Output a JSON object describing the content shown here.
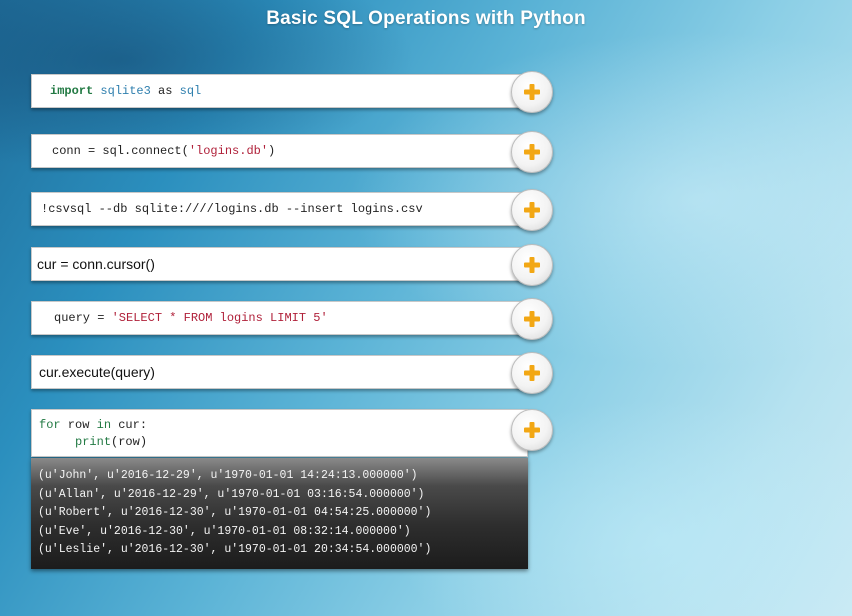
{
  "title": "Basic SQL Operations with Python",
  "colors": {
    "keyword": "#237a44",
    "module": "#2f7fae",
    "string": "#b0213a",
    "plus_icon": "#f2a714"
  },
  "cells": [
    {
      "parts": {
        "kw": "import",
        "mod1": "sqlite3",
        "as": "as",
        "mod2": "sql"
      }
    },
    {
      "pre": "conn = sql.connect(",
      "str": "'logins.db'",
      "post": ")"
    },
    {
      "code": "!csvsql --db sqlite:////logins.db --insert logins.csv"
    },
    {
      "code": "cur = conn.cursor()"
    },
    {
      "pre": "query = ",
      "str": "'SELECT * FROM logins LIMIT 5'"
    },
    {
      "code": "cur.execute(query)"
    },
    {
      "line1_kw1": "for",
      "line1_mid": " row ",
      "line1_kw2": "in",
      "line1_end": " cur:",
      "line2_fn": "print",
      "line2_rest": "(row)"
    }
  ],
  "output": [
    "(u'John', u'2016-12-29', u'1970-01-01 14:24:13.000000')",
    "(u'Allan', u'2016-12-29', u'1970-01-01 03:16:54.000000')",
    "(u'Robert', u'2016-12-30', u'1970-01-01 04:54:25.000000')",
    "(u'Eve', u'2016-12-30', u'1970-01-01 08:32:14.000000')",
    "(u'Leslie', u'2016-12-30', u'1970-01-01 20:34:54.000000')"
  ]
}
